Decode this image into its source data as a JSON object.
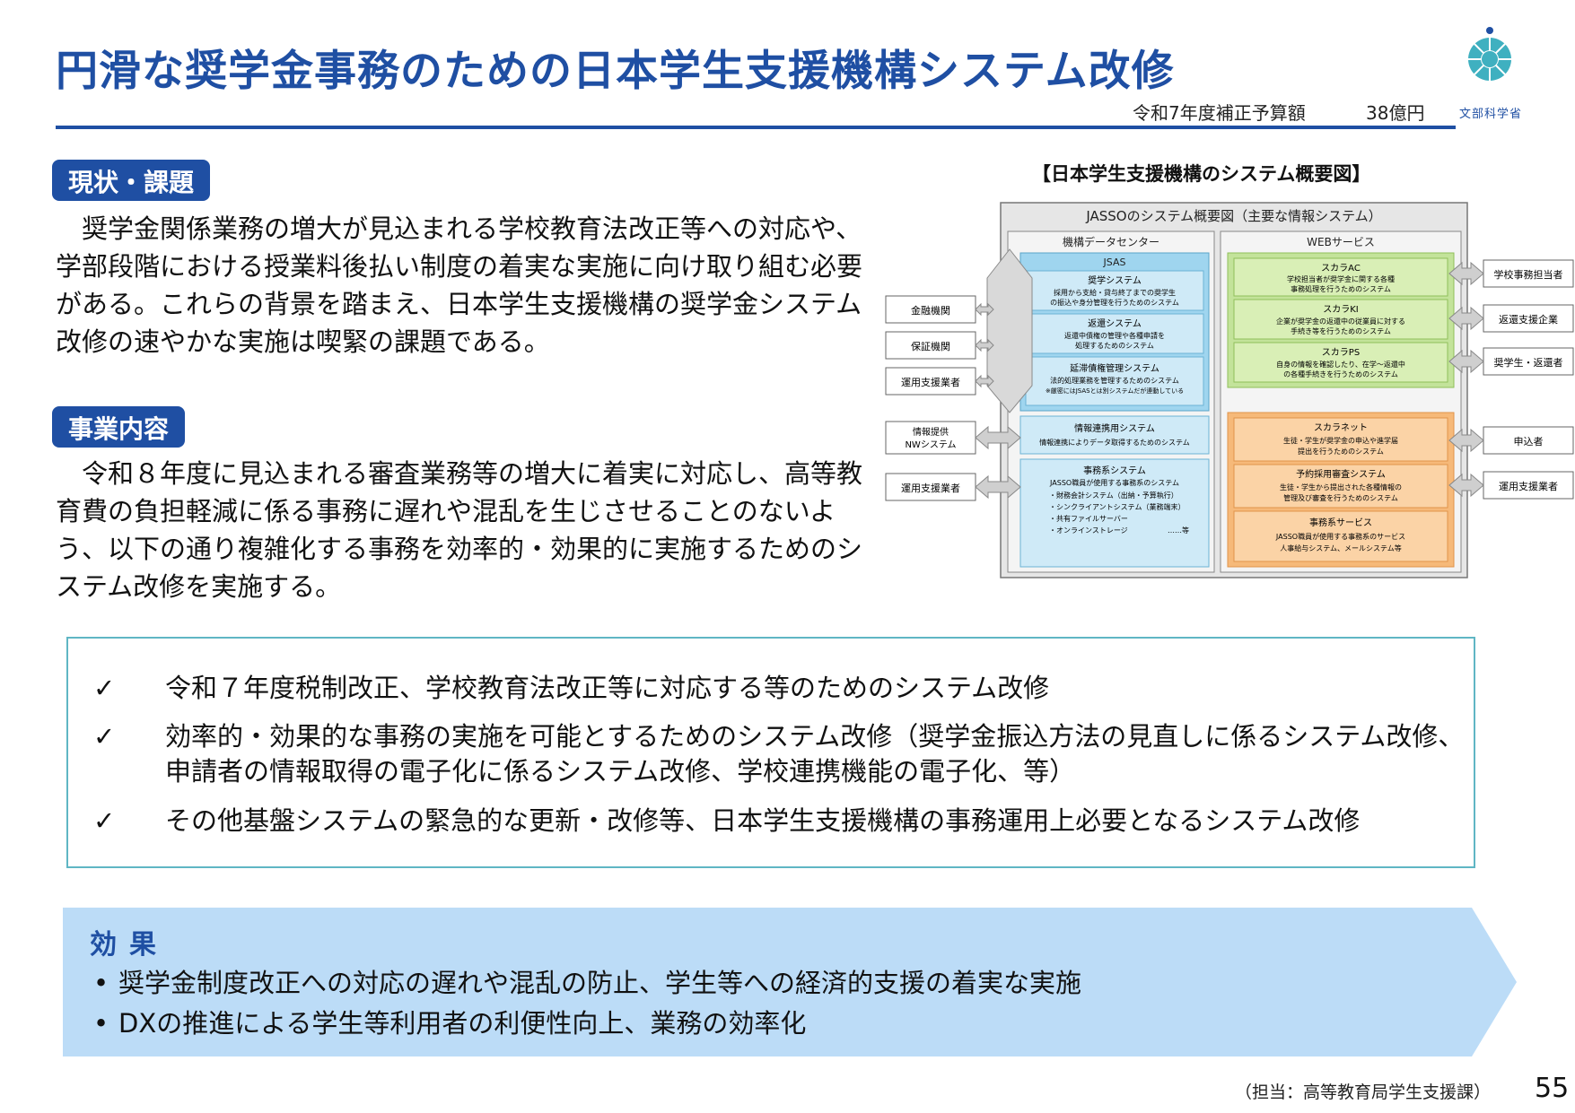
{
  "header": {
    "title": "円滑な奨学金事務のための日本学生支援機構システム改修",
    "budget_label": "令和7年度補正予算額",
    "budget_value": "38億円",
    "ministry": "文部科学省"
  },
  "current": {
    "label": "現状・課題",
    "text": "　奨学金関係業務の増大が見込まれる学校教育法改正等への対応や、学部段階における授業料後払い制度の着実な実施に向け取り組む必要がある。これらの背景を踏まえ、日本学生支援機構の奨学金システム改修の速やかな実施は喫緊の課題である。"
  },
  "business": {
    "label": "事業内容",
    "text": "　令和８年度に見込まれる審査業務等の増大に着実に対応し、高等教育費の負担軽減に係る事務に遅れや混乱を生じさせることのないよう、以下の通り複雑化する事務を効率的・効果的に実施するためのシステム改修を実施する。"
  },
  "diagram": {
    "caption": "【日本学生支援機構のシステム概要図】",
    "frame_title": "JASSOのシステム概要図（主要な情報システム）",
    "datacenter": "機構データセンター",
    "web_services": "WEBサービス",
    "jsas": "JSAS",
    "left_actors": [
      "金融機関",
      "保証機関",
      "運用支援業者",
      "情報提供",
      "NWシステム",
      "運用支援業者"
    ],
    "right_actors": [
      "学校事務担当者",
      "返還支援企業",
      "奨学生・返還者",
      "申込者",
      "運用支援業者"
    ],
    "jsas_systems": [
      {
        "name": "奨学システム",
        "desc1": "採用から支給・貸与終了までの奨学生",
        "desc2": "の振込や身分管理を行うためのシステム"
      },
      {
        "name": "返還システム",
        "desc1": "返還中債権の管理や各種申請を",
        "desc2": "処理するためのシステム"
      },
      {
        "name": "延滞債権管理システム",
        "desc1": "法的処理業務を管理するためのシステム",
        "desc2": "※厳密にはJSASとは別システムだが連動している"
      }
    ],
    "info_system": {
      "name": "情報連携用システム",
      "desc": "情報連携によりデータ取得するためのシステム"
    },
    "office_system": {
      "name": "事務系システム",
      "desc": "JASSO職員が使用する事務系のシステム",
      "items": [
        "・財務会計システム（出納・予算執行）",
        "・シンクライアントシステム（業務端末）",
        "・共有ファイルサーバー",
        "・オンラインストレージ"
      ],
      "etc": "……等"
    },
    "web_green": [
      {
        "name": "スカラAC",
        "desc1": "学校担当者が奨学金に関する各種",
        "desc2": "事務処理を行うためのシステム"
      },
      {
        "name": "スカラKI",
        "desc1": "企業が奨学金の返還中の従業員に対する",
        "desc2": "手続き等を行うためのシステム"
      },
      {
        "name": "スカラPS",
        "desc1": "自身の情報を確認したり、在学～返還中",
        "desc2": "の各種手続きを行うためのシステム"
      }
    ],
    "web_orange": [
      {
        "name": "スカラネット",
        "desc1": "生徒・学生が奨学金の申込や進学届",
        "desc2": "提出を行うためのシステム"
      },
      {
        "name": "予約採用審査システム",
        "desc1": "生徒・学生から提出された各種情報の",
        "desc2": "管理及び審査を行うためのシステム"
      },
      {
        "name": "事務系サービス",
        "desc1": "JASSO職員が使用する事務系のサービス",
        "desc2": "人事給与システム、メールシステム等"
      }
    ]
  },
  "checklist": [
    {
      "mark": "✓",
      "text": "令和７年度税制改正、学校教育法改正等に対応する等のためのシステム改修"
    },
    {
      "mark": "✓",
      "text": "効率的・効果的な事務の実施を可能とするためのシステム改修（奨学金振込方法の見直しに係るシステム改修、申請者の情報取得の電子化に係るシステム改修、学校連携機能の電子化、等）"
    },
    {
      "mark": "✓",
      "text": "その他基盤システムの緊急的な更新・改修等、日本学生支援機構の事務運用上必要となるシステム改修"
    }
  ],
  "effect": {
    "title": "効果",
    "items": [
      "奨学金制度改正への対応の遅れや混乱の防止、学生等への経済的支援の着実な実施",
      "DXの推進による学生等利用者の利便性向上、業務の効率化"
    ],
    "bullet": "•"
  },
  "footer": {
    "contact": "（担当：高等教育局学生支援課）",
    "page": "55"
  },
  "colors": {
    "brand": "#1f4fa3",
    "teal": "#5fb6c4",
    "effect_bg": "#bcdcf7",
    "green_box": "#d9efb6",
    "orange_box": "#fbd3a6",
    "blue_box": "#cfeaf7"
  }
}
